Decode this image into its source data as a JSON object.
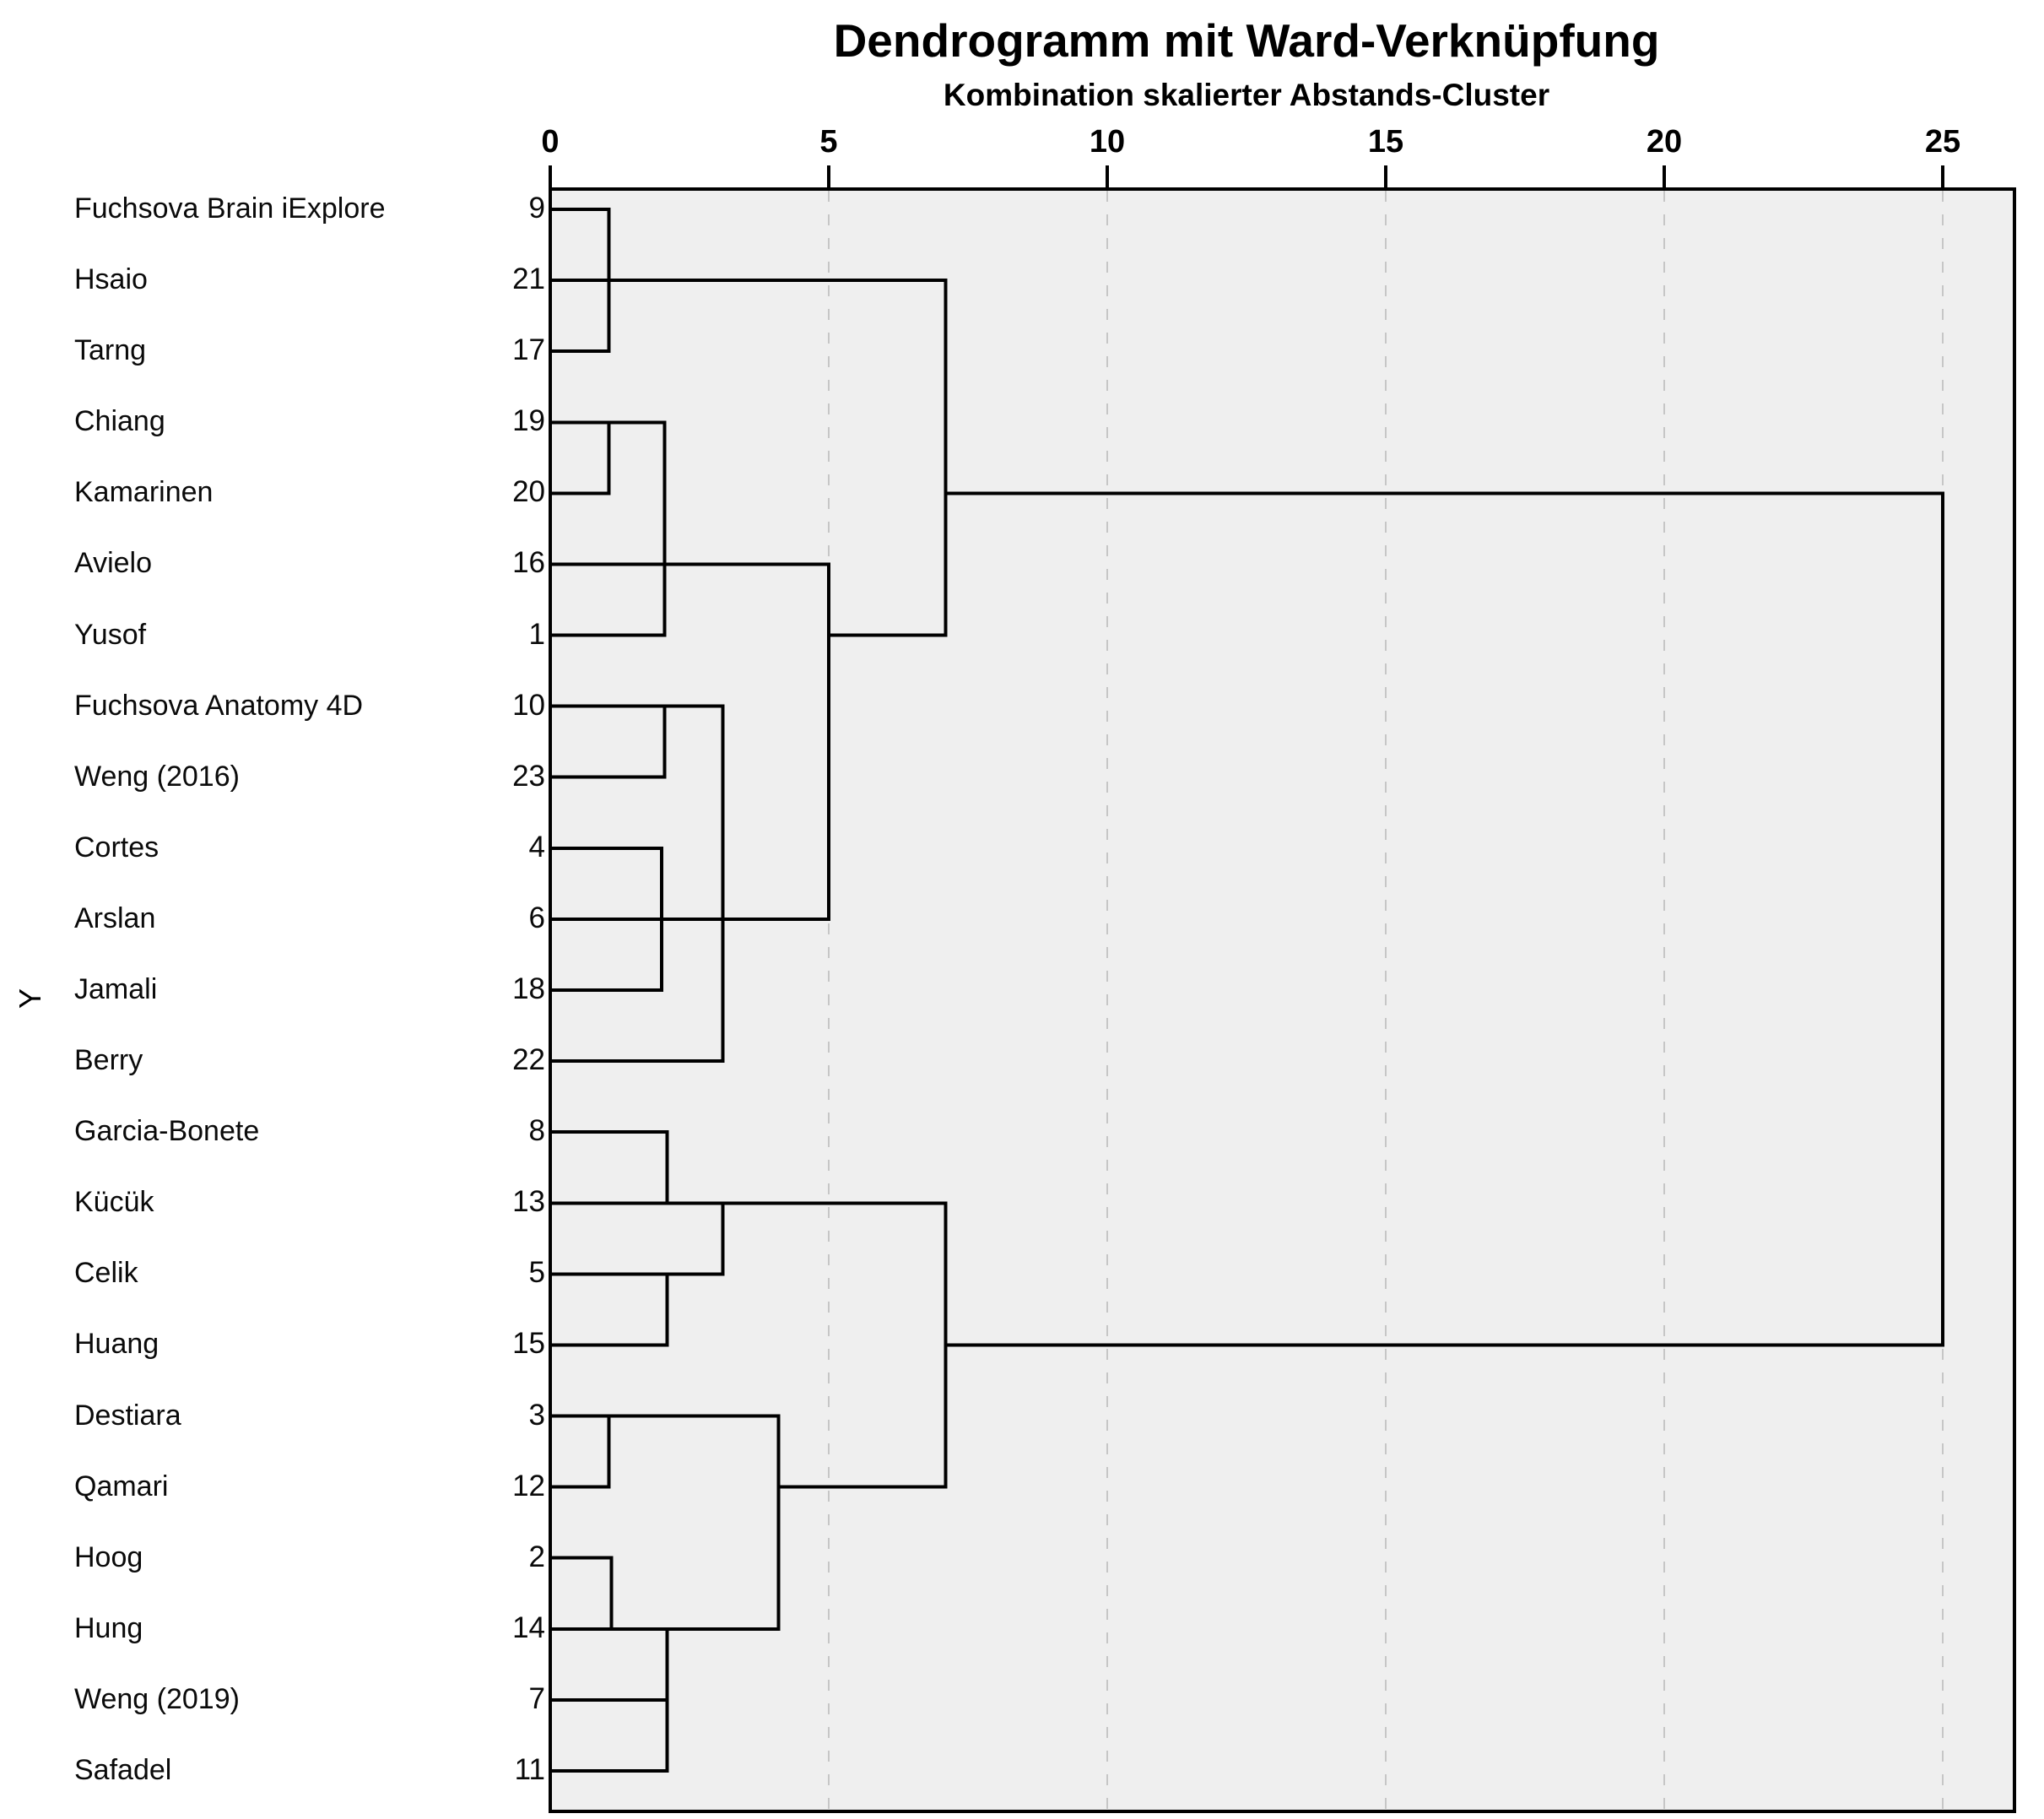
{
  "chart": {
    "title": "Dendrogramm mit Ward-Verknüpfung",
    "subtitle": "Kombination skalierter Abstands-Cluster",
    "y_axis_label": "Y",
    "colors": {
      "line": "#000000",
      "plot_background": "#efefef",
      "gridline": "#c6c6c6",
      "text": "#0a0a0a"
    }
  },
  "chart_data": {
    "type": "dendrogram",
    "linkage": "ward",
    "orientation": "left-to-right",
    "title": "Dendrogramm mit Ward-Verknüpfung",
    "xlabel": "Kombination skalierter Abstands-Cluster",
    "ylabel": "Y",
    "x_range": [
      0,
      25
    ],
    "x_ticks": [
      0,
      5,
      10,
      15,
      20,
      25
    ],
    "gridlines": [
      5,
      10,
      15,
      20,
      25
    ],
    "grid_style": "dashed",
    "leaves": [
      {
        "row": 1,
        "name": "Fuchsova Brain iExplore",
        "case": "9"
      },
      {
        "row": 2,
        "name": "Hsaio",
        "case": "21"
      },
      {
        "row": 3,
        "name": "Tarng",
        "case": "17"
      },
      {
        "row": 4,
        "name": "Chiang",
        "case": "19"
      },
      {
        "row": 5,
        "name": "Kamarinen",
        "case": "20"
      },
      {
        "row": 6,
        "name": "Avielo",
        "case": "16"
      },
      {
        "row": 7,
        "name": "Yusof",
        "case": "1"
      },
      {
        "row": 8,
        "name": "Fuchsova Anatomy 4D",
        "case": "10"
      },
      {
        "row": 9,
        "name": "Weng (2016)",
        "case": "23"
      },
      {
        "row": 10,
        "name": "Cortes",
        "case": "4"
      },
      {
        "row": 11,
        "name": "Arslan",
        "case": "6"
      },
      {
        "row": 12,
        "name": "Jamali",
        "case": "18"
      },
      {
        "row": 13,
        "name": "Berry",
        "case": "22"
      },
      {
        "row": 14,
        "name": "Garcia-Bonete",
        "case": "8"
      },
      {
        "row": 15,
        "name": "Kücük",
        "case": "13"
      },
      {
        "row": 16,
        "name": "Celik",
        "case": "5"
      },
      {
        "row": 17,
        "name": "Huang",
        "case": "15"
      },
      {
        "row": 18,
        "name": "Destiara",
        "case": "3"
      },
      {
        "row": 19,
        "name": "Qamari",
        "case": "12"
      },
      {
        "row": 20,
        "name": "Hoog",
        "case": "2"
      },
      {
        "row": 21,
        "name": "Hung",
        "case": "14"
      },
      {
        "row": 22,
        "name": "Weng (2019)",
        "case": "7"
      },
      {
        "row": 23,
        "name": "Safadel",
        "case": "11"
      }
    ],
    "merges": [
      {
        "a": "9",
        "b": "21",
        "dist": 1.05
      },
      {
        "a": "(9,21)",
        "b": "17",
        "dist": 1.05
      },
      {
        "a": "19",
        "b": "20",
        "dist": 1.05
      },
      {
        "a": "(19,20)",
        "b": "16",
        "dist": 2.05
      },
      {
        "a": "(19,20,16)",
        "b": "1",
        "dist": 2.05
      },
      {
        "a": "10",
        "b": "23",
        "dist": 2.05
      },
      {
        "a": "4",
        "b": "6",
        "dist": 2.0
      },
      {
        "a": "(4,6)",
        "b": "18",
        "dist": 2.0
      },
      {
        "a": "(10,23)",
        "b": "(4,6,18)",
        "dist": 3.1
      },
      {
        "a": "(10,23,4,6,18)",
        "b": "22",
        "dist": 3.1
      },
      {
        "a": "(19,20,16,1)",
        "b": "(10,23,4,6,18,22)",
        "dist": 5.0
      },
      {
        "a": "(9,21,17)",
        "b": "(19,20,16,1,10,23,4,6,18,22)",
        "dist": 7.1
      },
      {
        "a": "8",
        "b": "13",
        "dist": 2.1
      },
      {
        "a": "5",
        "b": "15",
        "dist": 2.1
      },
      {
        "a": "(8,13)",
        "b": "(5,15)",
        "dist": 3.1
      },
      {
        "a": "3",
        "b": "12",
        "dist": 1.05
      },
      {
        "a": "2",
        "b": "14",
        "dist": 1.1
      },
      {
        "a": "(2,14)",
        "b": "7",
        "dist": 2.1
      },
      {
        "a": "(2,14,7)",
        "b": "11",
        "dist": 2.1
      },
      {
        "a": "(3,12)",
        "b": "(2,14,7,11)",
        "dist": 4.1
      },
      {
        "a": "(8,13,5,15)",
        "b": "(3,12,2,14,7,11)",
        "dist": 7.1
      },
      {
        "a": "(9,21,17,19,20,16,1,10,23,4,6,18,22)",
        "b": "(8,13,5,15,3,12,2,14,7,11)",
        "dist": 25
      }
    ],
    "h_segments": [
      [
        1,
        0,
        1.05
      ],
      [
        2,
        0,
        7.1
      ],
      [
        3,
        0,
        1.05
      ],
      [
        4,
        0,
        2.05
      ],
      [
        5,
        0,
        1.05
      ],
      [
        5,
        7.1,
        25
      ],
      [
        6,
        0,
        5.0
      ],
      [
        7,
        0,
        2.05
      ],
      [
        7,
        5.0,
        7.1
      ],
      [
        8,
        0,
        3.1
      ],
      [
        9,
        0,
        2.05
      ],
      [
        10,
        0,
        2.0
      ],
      [
        11,
        0,
        5.0
      ],
      [
        12,
        0,
        2.0
      ],
      [
        13,
        0,
        3.1
      ],
      [
        14,
        0,
        2.1
      ],
      [
        15,
        0,
        7.1
      ],
      [
        16,
        0,
        3.1
      ],
      [
        17,
        0,
        2.1
      ],
      [
        17,
        7.1,
        25
      ],
      [
        18,
        0,
        4.1
      ],
      [
        19,
        0,
        1.05
      ],
      [
        19,
        4.1,
        7.1
      ],
      [
        20,
        0,
        1.1
      ],
      [
        21,
        0,
        4.1
      ],
      [
        22,
        0,
        2.1
      ],
      [
        23,
        0,
        2.1
      ]
    ],
    "v_segments": [
      [
        1.05,
        1,
        3
      ],
      [
        1.05,
        4,
        5
      ],
      [
        2.05,
        4,
        7
      ],
      [
        2.05,
        8,
        9
      ],
      [
        2.0,
        10,
        12
      ],
      [
        3.1,
        8,
        13
      ],
      [
        5.0,
        6,
        11
      ],
      [
        7.1,
        2,
        7
      ],
      [
        2.1,
        14,
        15
      ],
      [
        2.1,
        16,
        17
      ],
      [
        3.1,
        15,
        16
      ],
      [
        1.05,
        18,
        19
      ],
      [
        1.1,
        20,
        21
      ],
      [
        2.1,
        21,
        23
      ],
      [
        4.1,
        18,
        21
      ],
      [
        7.1,
        15,
        19
      ],
      [
        25,
        5,
        17
      ]
    ]
  }
}
